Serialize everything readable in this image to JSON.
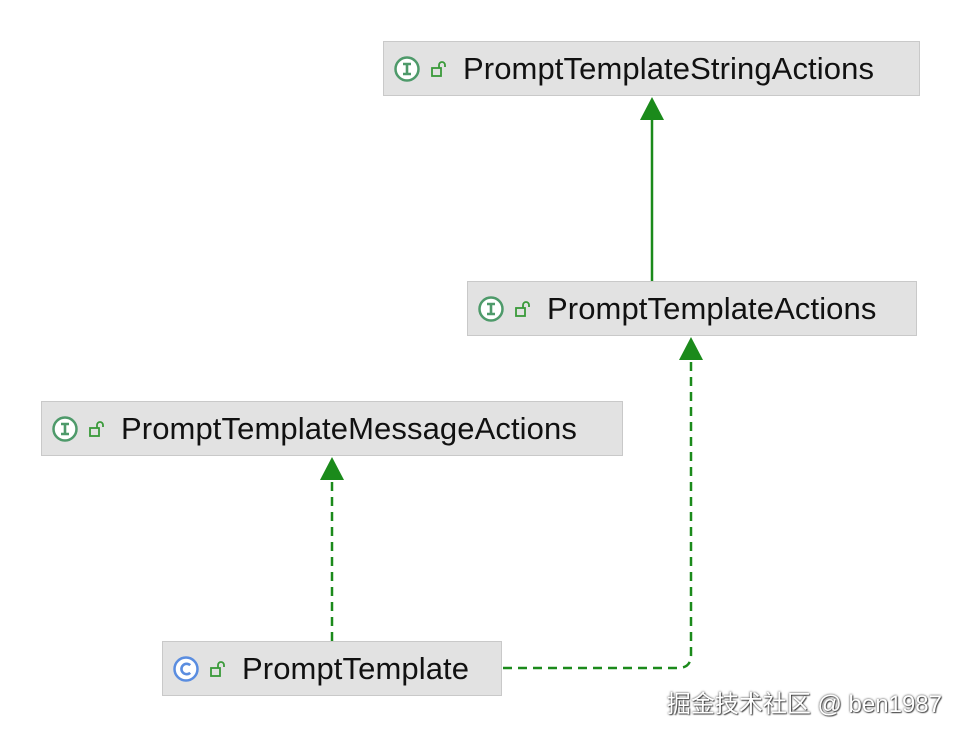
{
  "colors": {
    "edge": "#1b8a1b",
    "interface_icon": "#4e9a6a",
    "class_icon": "#5a8de0",
    "lock_icon": "#3a9a3a",
    "node_fill": "#e2e2e2"
  },
  "nodes": [
    {
      "id": "string",
      "kind": "interface",
      "kind_icon": "interface-icon",
      "lock_icon": "open-lock-icon",
      "label": "PromptTemplateStringActions"
    },
    {
      "id": "actions",
      "kind": "interface",
      "kind_icon": "interface-icon",
      "lock_icon": "open-lock-icon",
      "label": "PromptTemplateActions"
    },
    {
      "id": "message",
      "kind": "interface",
      "kind_icon": "interface-icon",
      "lock_icon": "open-lock-icon",
      "label": "PromptTemplateMessageActions"
    },
    {
      "id": "template",
      "kind": "class",
      "kind_icon": "class-icon",
      "lock_icon": "open-lock-icon",
      "label": "PromptTemplate"
    }
  ],
  "edges": [
    {
      "from": "actions",
      "to": "string",
      "type": "extends",
      "style": "solid"
    },
    {
      "from": "template",
      "to": "message",
      "type": "implements",
      "style": "dashed"
    },
    {
      "from": "template",
      "to": "actions",
      "type": "implements",
      "style": "dashed"
    }
  ],
  "watermark": "掘金技术社区 @ ben1987"
}
